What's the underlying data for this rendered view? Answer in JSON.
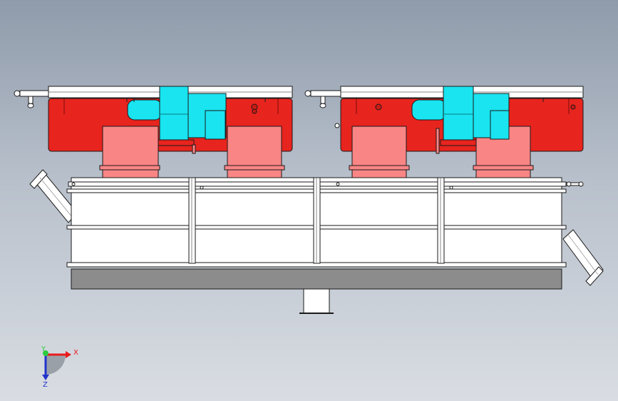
{
  "viewport": {
    "background_top": "#8f9bab",
    "background_bottom": "#d9dde3"
  },
  "model": {
    "colors": {
      "tank_red": "#e8241e",
      "nozzle_pink": "#f98585",
      "blower_cyan": "#19e4f0",
      "frame_white": "#ffffff",
      "base_gray": "#8c8c8c",
      "outline": "#1a1a1a"
    },
    "units": 2,
    "panels": 4
  },
  "triad": {
    "x_label": "X",
    "y_label": "Y",
    "z_label": "Z",
    "x_color": "#e81c1c",
    "y_color": "#2ecc40",
    "z_color": "#2233cc"
  }
}
